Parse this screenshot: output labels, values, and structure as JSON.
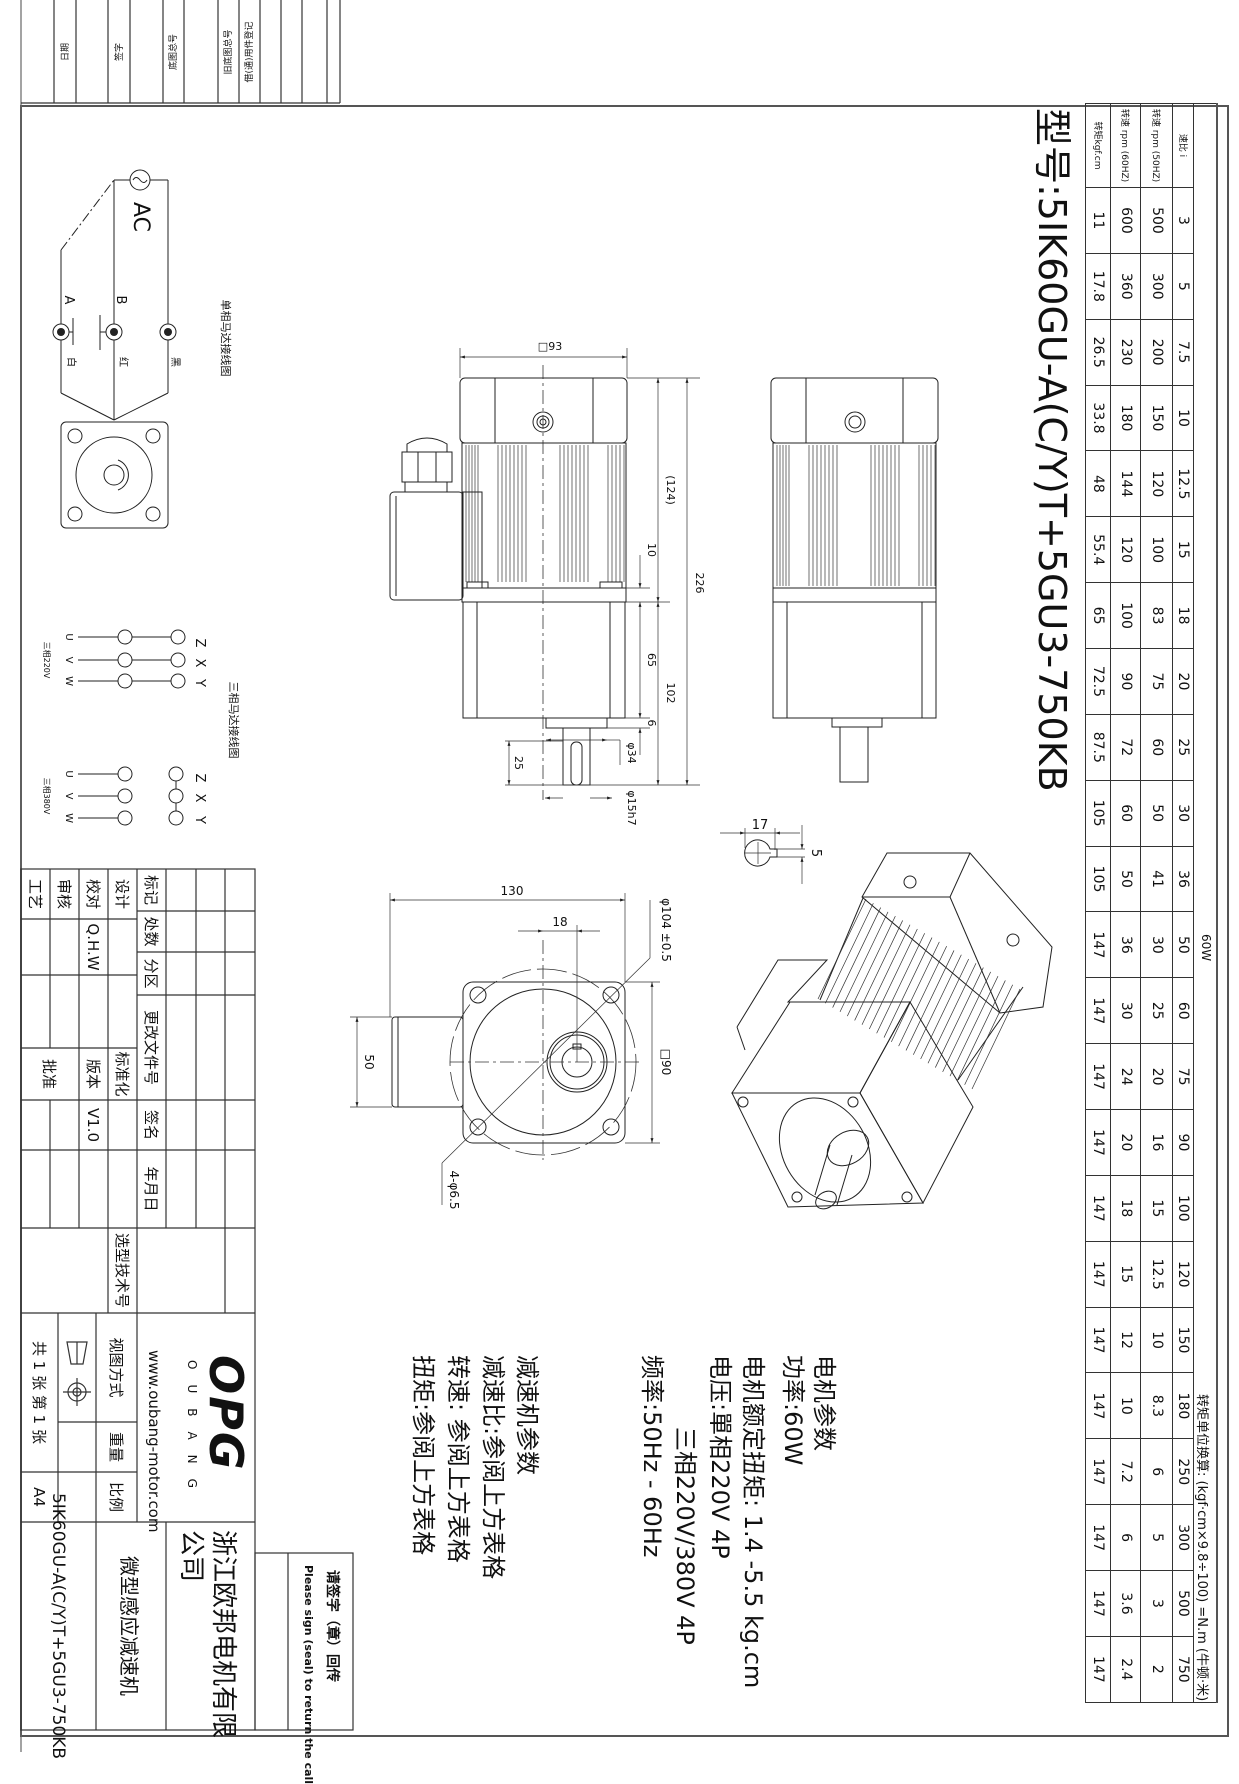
{
  "title": "型号:5IK60GU-A(C/Y)T+5GU3-750KB",
  "spec_table": {
    "power": "60W",
    "unit_note": "转矩单位换算:  (kgf·cm×9.8÷100) =N.m (牛顿·米)",
    "row_labels": [
      "速比 i",
      "转速 rpm (50HZ)",
      "转速 rpm (60HZ)",
      "转矩kgf.cm"
    ],
    "ratio": [
      "3",
      "5",
      "7.5",
      "10",
      "12.5",
      "15",
      "18",
      "20",
      "25",
      "30",
      "36",
      "50",
      "60",
      "75",
      "90",
      "100",
      "120",
      "150",
      "180",
      "250",
      "300",
      "500",
      "750"
    ],
    "rpm50": [
      "500",
      "300",
      "200",
      "150",
      "120",
      "100",
      "83",
      "75",
      "60",
      "50",
      "41",
      "30",
      "25",
      "20",
      "16",
      "15",
      "12.5",
      "10",
      "8.3",
      "6",
      "5",
      "3",
      "2"
    ],
    "rpm60": [
      "600",
      "360",
      "230",
      "180",
      "144",
      "120",
      "100",
      "90",
      "72",
      "60",
      "50",
      "36",
      "30",
      "24",
      "20",
      "18",
      "15",
      "12",
      "10",
      "7.2",
      "6",
      "3.6",
      "2.4"
    ],
    "torque": [
      "11",
      "17.8",
      "26.5",
      "33.8",
      "48",
      "55.4",
      "65",
      "72.5",
      "87.5",
      "105",
      "105",
      "147",
      "147",
      "147",
      "147",
      "147",
      "147",
      "147",
      "147",
      "147",
      "147",
      "147",
      "147"
    ]
  },
  "motor_params": {
    "heading": "电机参数",
    "power": "功率:60W",
    "rated_torque": "电机额定扭矩: 1.4 -5.5 kg.cm",
    "voltage": "电压:單相220V  4P",
    "voltage_3ph": "三相220V/380V  4P",
    "frequency": "频率:50Hz - 60Hz"
  },
  "gearbox_params": {
    "heading": "减速机参数",
    "ratio": "减速比:参阅上方表格",
    "speed": "转速:  参阅上方表格",
    "torque": "扭矩:参阅上方表格"
  },
  "dimensions": {
    "side_width": "□93",
    "motor_len": "(124)",
    "total_len": "226",
    "flange": "10",
    "gear_body": "65",
    "gear_len": "102",
    "pilot": "6",
    "pilot_dia": "φ34",
    "shaft_len": "25",
    "shaft_dia": "φ15h7",
    "key_width": "17",
    "key_depth": "5",
    "overall_width": "130",
    "shaft_offset": "18",
    "pcd": "φ104 ±0.5",
    "square": "□90",
    "box_width": "50",
    "holes": "4-φ6.5"
  },
  "wiring": {
    "single_title": "单相马达接线图",
    "ac": "AC",
    "a": "A",
    "b": "B",
    "black": "黑",
    "red": "红",
    "white": "白",
    "three_title": "三相马达接线图",
    "z": "Z",
    "x": "X",
    "y": "Y",
    "u": "U",
    "v": "V",
    "w": "W",
    "v220": "三相220V",
    "v380": "三相380V"
  },
  "title_block": {
    "mark": "标记",
    "count": "处数",
    "zone": "分区",
    "change_doc": "更改文件号",
    "signature": "签名",
    "date": "年月日",
    "design": "设计",
    "standardize": "标准化",
    "check": "校对",
    "checker": "Q.H.W",
    "version_label": "版本",
    "version": "V1.0",
    "review": "审核",
    "process": "工艺",
    "approve": "批准",
    "selection_no": "选型技术号",
    "logo": "OPG",
    "logo_sub": "OUBANG",
    "website": "www.oubang-motor.com",
    "view_method": "视图方式",
    "weight": "重量",
    "scale": "比例",
    "sheets": "共 1 张  第 1 张",
    "paper": "A4",
    "company_l1": "浙江欧邦电机有限",
    "company_l2": "公司",
    "product": "微型感应减速机",
    "model": "5IK60GU-A(C/Y)T+5GU3-750KB"
  },
  "sign_box": {
    "cn": "请签字（章）回传",
    "en": "Please sign (seal) to return the call"
  },
  "margin_table": {
    "date": "日期",
    "sign": "签字",
    "base_no": "底图总号",
    "old_base_no": "旧底图总号",
    "borrow": "借(通)用件登记"
  }
}
